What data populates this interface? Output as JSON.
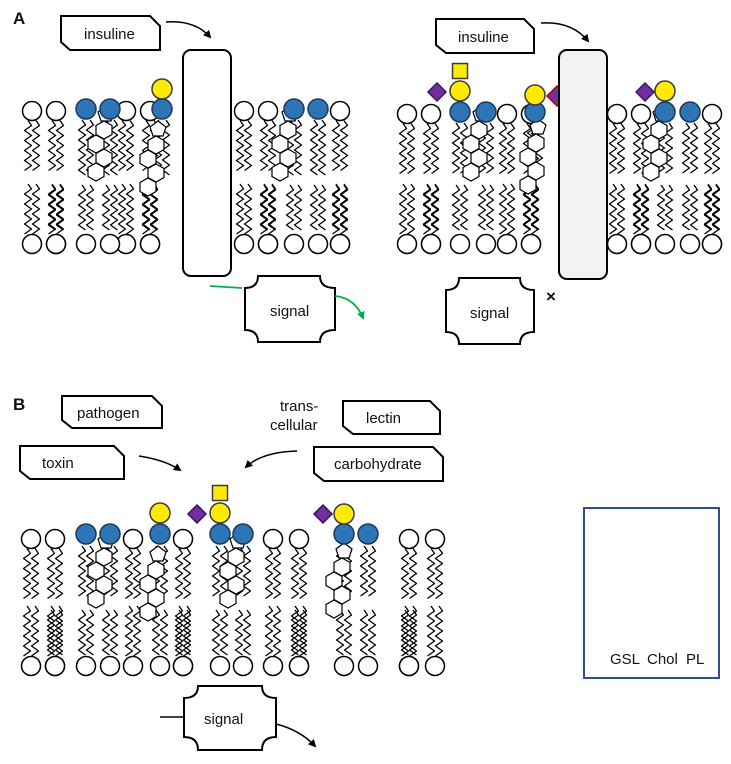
{
  "panels": {
    "a": "A",
    "b": "B"
  },
  "a_left": {
    "insuline": "insuline",
    "signal": "signal"
  },
  "a_right": {
    "insuline": "insuline",
    "signal": "signal",
    "blocked": "×"
  },
  "b": {
    "pathogen": "pathogen",
    "toxin": "toxin",
    "trans_line1": "trans-",
    "trans_line2": "cellular",
    "lectin": "lectin",
    "carbohydrate": "carbohydrate",
    "signal": "signal"
  },
  "legend": {
    "gsl": "GSL",
    "chol": "Chol",
    "pl": "PL"
  },
  "colors": {
    "glucose_blue": "#2e75b6",
    "galactose_yellow": "#ffeb00",
    "sialic_acid_purple": "#7030a0",
    "receptor_fill_blocked": "#f2f2f2",
    "signal_arrow_green": "#00b050",
    "diamond_outline_red": "#c00000",
    "legend_border": "#2f4f8f"
  }
}
